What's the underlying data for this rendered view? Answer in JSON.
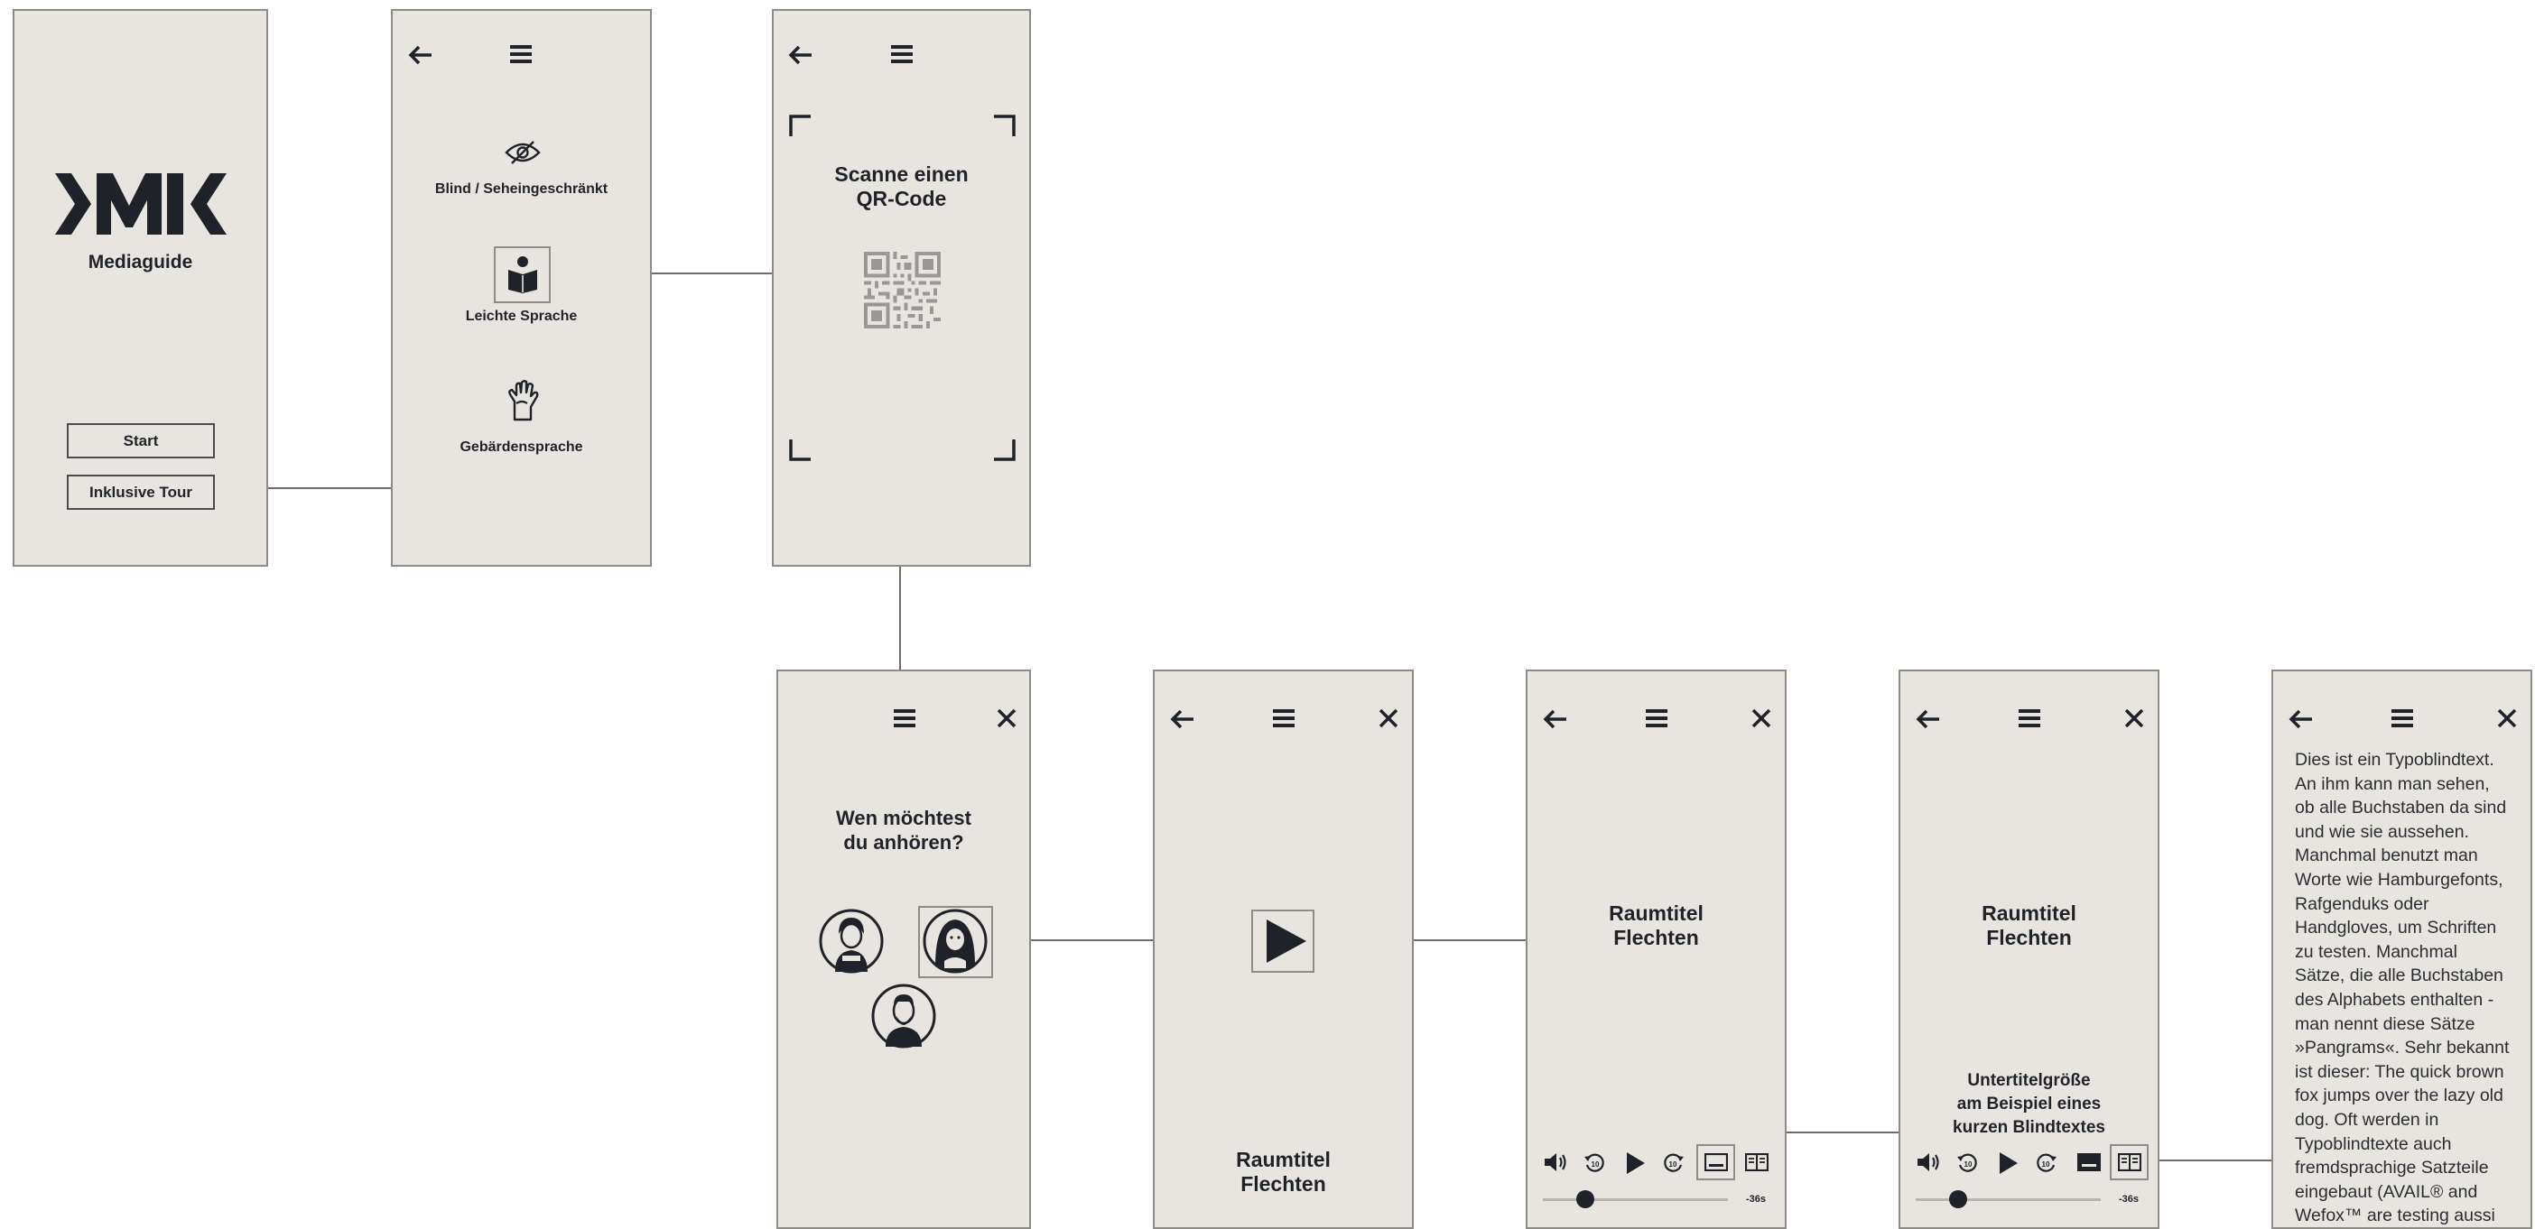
{
  "brand": {
    "logo_text": "MK",
    "app_name": "Mediaguide"
  },
  "screen1": {
    "start_label": "Start",
    "tour_label": "Inklusive Tour"
  },
  "screen2": {
    "modes": [
      {
        "label": "Blind / Seheingeschränkt",
        "icon": "eye-off-icon"
      },
      {
        "label": "Leichte Sprache",
        "icon": "easy-language-book-icon"
      },
      {
        "label": "Gebärdensprache",
        "icon": "sign-language-hand-icon"
      }
    ]
  },
  "screen3": {
    "title_line1": "Scanne einen",
    "title_line2": "QR-Code"
  },
  "screen4": {
    "title_line1": "Wen möchtest",
    "title_line2": "du anhören?"
  },
  "room": {
    "title_line1": "Raumtitel",
    "title_line2": "Flechten"
  },
  "player": {
    "time": "-36s",
    "progress": 0.23
  },
  "screen8": {
    "caption_line1": "Untertitelgröße",
    "caption_line2": "am Beispiel eines",
    "caption_line3": "kurzen Blindtextes"
  },
  "screen9": {
    "lines": [
      "Dies ist ein Typoblindtext.",
      "An ihm kann man sehen,",
      "ob alle Buchstaben da sind",
      "und wie sie aussehen.",
      "Manchmal benutzt man",
      "Worte wie Hamburgefonts,",
      "Rafgenduks oder",
      "Handgloves, um Schriften",
      "zu testen. Manchmal",
      "Sätze, die alle Buchstaben",
      "des Alphabets enthalten -",
      "man nennt diese Sätze",
      "»Pangrams«. Sehr bekannt",
      "ist dieser: The quick brown",
      "fox jumps over the lazy old",
      "dog. Oft werden in",
      "Typoblindtexte auch",
      "fremdsprachige Satzteile",
      "eingebaut (AVAIL® and",
      "Wefox™ are testing aussi"
    ]
  }
}
